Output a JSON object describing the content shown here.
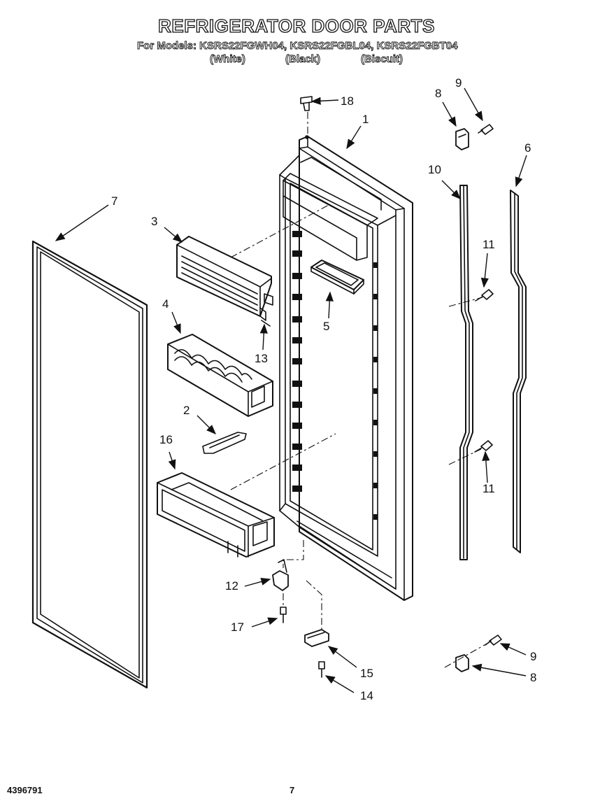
{
  "header": {
    "title": "REFRIGERATOR DOOR PARTS",
    "models_line": "For Models: KSRS22FGWH04, KSRS22FGBL04, KSRS22FGBT04",
    "variants": [
      "(White)",
      "(Black)",
      "(Biscuit)"
    ]
  },
  "callouts": {
    "c18": "18",
    "c1": "1",
    "c8a": "8",
    "c9a": "9",
    "c6": "6",
    "c10": "10",
    "c7": "7",
    "c3": "3",
    "c11a": "11",
    "c4": "4",
    "c5": "5",
    "c13": "13",
    "c2": "2",
    "c16": "16",
    "c11b": "11",
    "c12": "12",
    "c17": "17",
    "c15": "15",
    "c14": "14",
    "c9b": "9",
    "c8b": "8"
  },
  "footer": {
    "doc_number": "4396791",
    "page_number": "7"
  }
}
